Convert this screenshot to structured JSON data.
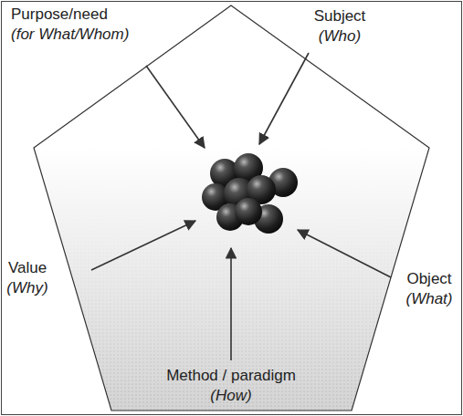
{
  "diagram": {
    "labels": [
      "Purpose/need",
      "(for What/Whom)",
      "Subject",
      "(Who)",
      "Value",
      "(Why)",
      "Object",
      "(What)",
      "Method / paradigm",
      "(How)"
    ]
  }
}
